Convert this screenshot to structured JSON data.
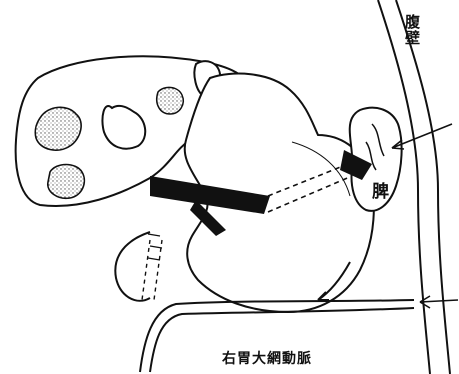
{
  "labels": {
    "abdominal_wall": "腹壁",
    "spleen": "脾",
    "artery": "右胃大網動脈"
  },
  "colors": {
    "ink": "#111111",
    "background": "#ffffff",
    "stipple": "#555555"
  }
}
